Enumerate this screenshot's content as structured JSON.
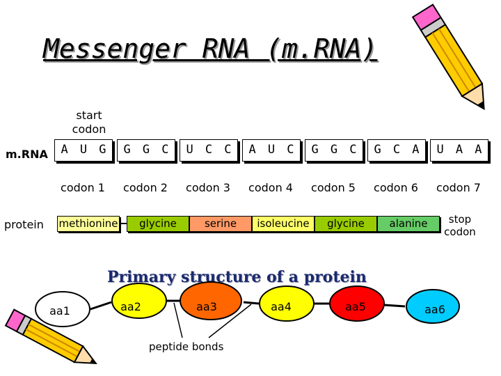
{
  "title": "Messenger RNA (m.RNA)",
  "start_codon": "start codon",
  "mrna_label": "m.RNA",
  "codons": [
    {
      "bases": [
        "A",
        "U",
        "G"
      ],
      "label": "codon 1"
    },
    {
      "bases": [
        "G",
        "G",
        "C"
      ],
      "label": "codon 2"
    },
    {
      "bases": [
        "U",
        "C",
        "C"
      ],
      "label": "codon 3"
    },
    {
      "bases": [
        "A",
        "U",
        "C"
      ],
      "label": "codon 4"
    },
    {
      "bases": [
        "G",
        "G",
        "C"
      ],
      "label": "codon 5"
    },
    {
      "bases": [
        "G",
        "C",
        "A"
      ],
      "label": "codon 6"
    },
    {
      "bases": [
        "U",
        "A",
        "A"
      ],
      "label": "codon 7"
    }
  ],
  "protein_label": "protein",
  "amino_acids": [
    {
      "name": "methionine",
      "color": "#ffff99"
    },
    {
      "name": "glycine",
      "color": "#99cc00"
    },
    {
      "name": "serine",
      "color": "#ff9966"
    },
    {
      "name": "isoleucine",
      "color": "#ffff66"
    },
    {
      "name": "glycine",
      "color": "#99cc00"
    },
    {
      "name": "alanine",
      "color": "#66cc66"
    }
  ],
  "stop_codon": "stop codon",
  "primary_structure_title": "Primary structure of a protein",
  "chain": [
    {
      "label": "aa1",
      "color": "#ffffff"
    },
    {
      "label": "aa2",
      "color": "#ffff00"
    },
    {
      "label": "aa3",
      "color": "#ff6600"
    },
    {
      "label": "aa4",
      "color": "#ffff00"
    },
    {
      "label": "aa5",
      "color": "#ff0000"
    },
    {
      "label": "aa6",
      "color": "#00ccff"
    }
  ],
  "peptide_bonds": "peptide bonds",
  "icons": {
    "top_right": "pencil-icon",
    "bottom_left": "pencil-icon"
  }
}
